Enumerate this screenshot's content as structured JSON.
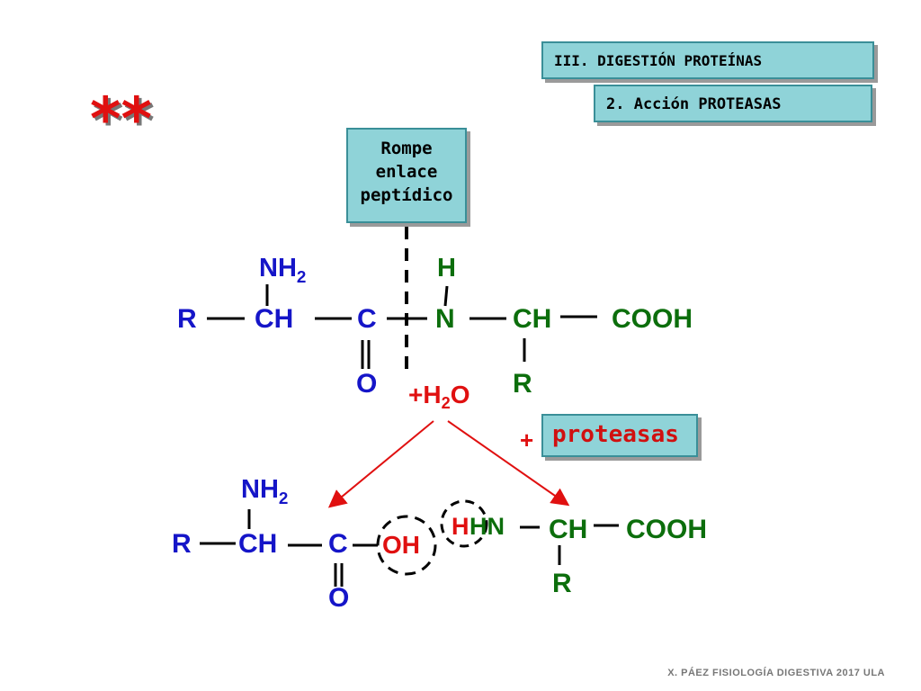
{
  "header": {
    "section_title": "III. DIGESTIÓN PROTEÍNAS",
    "subsection_title": "2. Acción PROTEASAS",
    "stars": "**"
  },
  "callout": {
    "line1": "Rompe",
    "line2": "enlace",
    "line3": "peptídico"
  },
  "reactant": {
    "nh2": "NH",
    "nh2_sub": "2",
    "r_left": "R",
    "ch_left": "CH",
    "c": "C",
    "o": "O",
    "h": "H",
    "n": "N",
    "ch_right": "CH",
    "cooh": "COOH",
    "r_right": "R"
  },
  "water": {
    "plus": "+H",
    "sub": "2",
    "o": "O"
  },
  "enzyme": {
    "plus": "+",
    "label": "proteasas"
  },
  "product_left": {
    "nh2": "NH",
    "nh2_sub": "2",
    "r": "R",
    "ch": "CH",
    "c": "C",
    "o": "O",
    "oh": "OH"
  },
  "product_right": {
    "h": "H",
    "hn": "HN",
    "ch": "CH",
    "cooh": "COOH",
    "r": "R"
  },
  "footer": "X. PÁEZ   FISIOLOGÍA DIGESTIVA 2017  ULA",
  "colors": {
    "box_fill": "#8fd3d8",
    "blue_text": "#1515c8",
    "green_text": "#0c6e0c",
    "red": "#e01010"
  }
}
